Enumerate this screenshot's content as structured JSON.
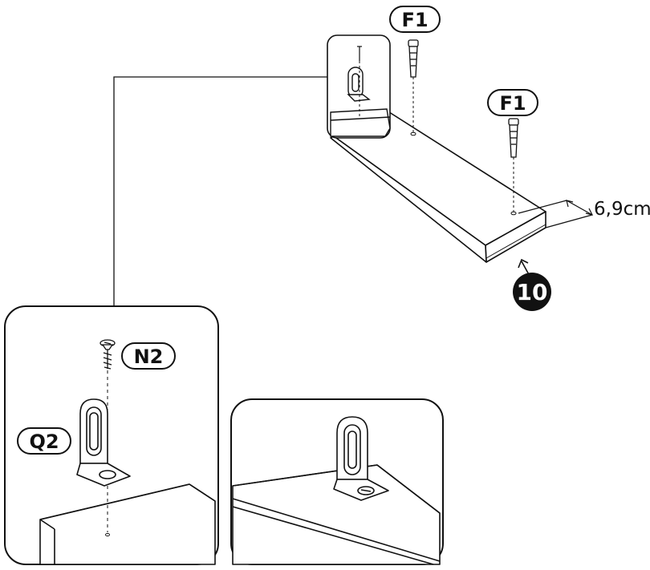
{
  "labels": {
    "wall_plug_top": "F1",
    "wall_plug_right": "F1",
    "screw": "N2",
    "bracket": "Q2",
    "part_number": "10",
    "dimension": "6,9cm"
  }
}
